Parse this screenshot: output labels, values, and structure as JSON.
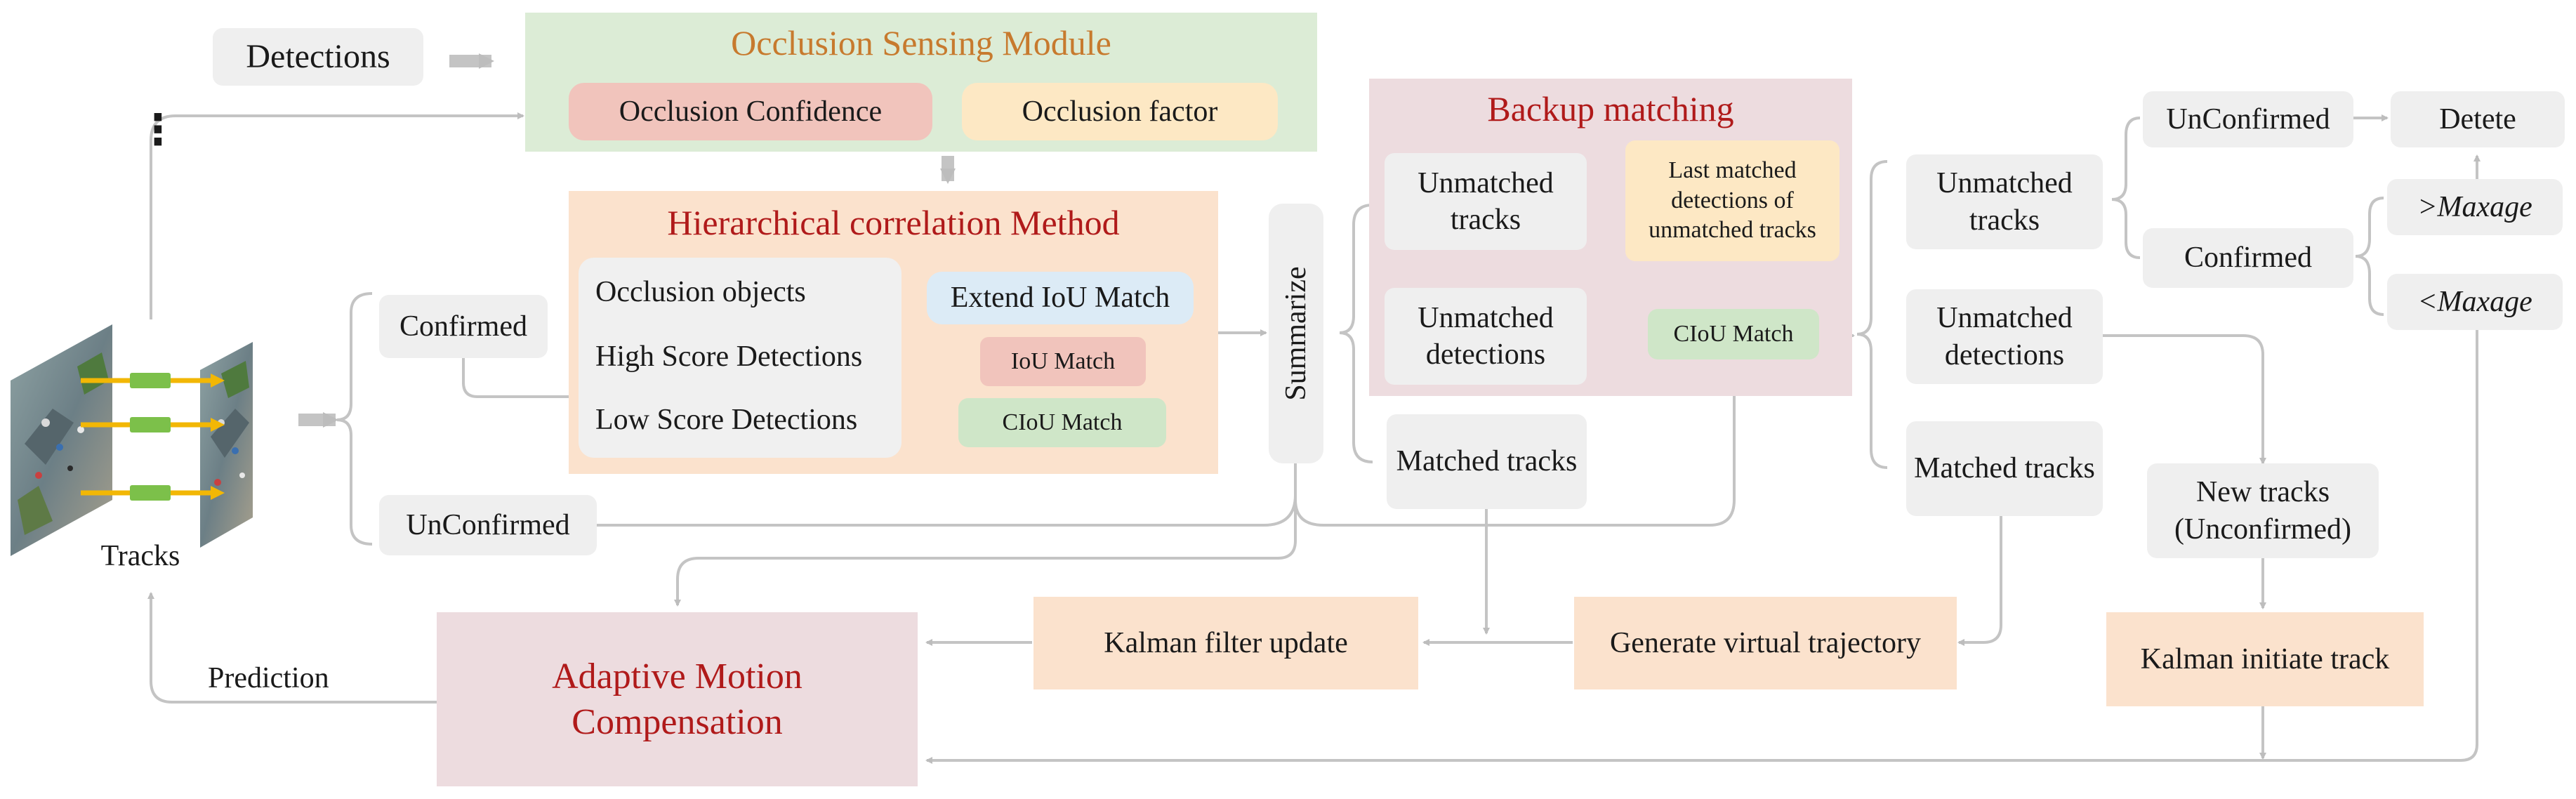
{
  "colors": {
    "green_panel": "#dcecd6",
    "peach_panel": "#fbe2cd",
    "mauve_panel": "#eddcdf",
    "gray_box": "#efefef",
    "red_pill": "#f1c4bc",
    "yellow_pill": "#fde8c4",
    "blue_pill": "#dcebf6",
    "green_pill": "#cfe6c8",
    "orange_title": "#c77a2e",
    "red_title": "#b01a1a",
    "arrow": "#bdbdbd",
    "track_arrow": "#f2b705",
    "track_bar": "#7cc04a"
  },
  "labels": {
    "detections": "Detections",
    "occlusion_module_title": "Occlusion Sensing Module",
    "occlusion_confidence": "Occlusion Confidence",
    "occlusion_factor": "Occlusion factor",
    "hierarchical_title": "Hierarchical correlation Method",
    "occlusion_objects": "Occlusion objects",
    "high_score": "High Score Detections",
    "low_score": "Low Score Detections",
    "extend_iou": "Extend IoU Match",
    "iou_match": "IoU Match",
    "ciou_match_1": "CIoU Match",
    "confirmed_1": "Confirmed",
    "unconfirmed_1": "UnConfirmed",
    "tracks": "Tracks",
    "track_dots": "⋮",
    "summarize": "Summarize",
    "backup_title": "Backup matching",
    "unmatched_tracks_1": "Unmatched tracks",
    "last_matched": "Last matched detections of unmatched tracks",
    "unmatched_detections_1": "Unmatched detections",
    "ciou_match_2": "CIoU Match",
    "matched_tracks_1": "Matched tracks",
    "unmatched_tracks_2": "Unmatched tracks",
    "unmatched_detections_2": "Unmatched detections",
    "matched_tracks_2": "Matched tracks",
    "unconfirmed_2": "UnConfirmed",
    "confirmed_2": "Confirmed",
    "detete": "Detete",
    "gt_maxage": ">Maxage",
    "lt_maxage": "<Maxage",
    "new_tracks": "New tracks (Unconfirmed)",
    "kalman_initiate": "Kalman initiate track",
    "generate_virtual": "Generate virtual trajectory",
    "kalman_update": "Kalman filter update",
    "adaptive_motion": "Adaptive Motion Compensation",
    "prediction": "Prediction"
  }
}
